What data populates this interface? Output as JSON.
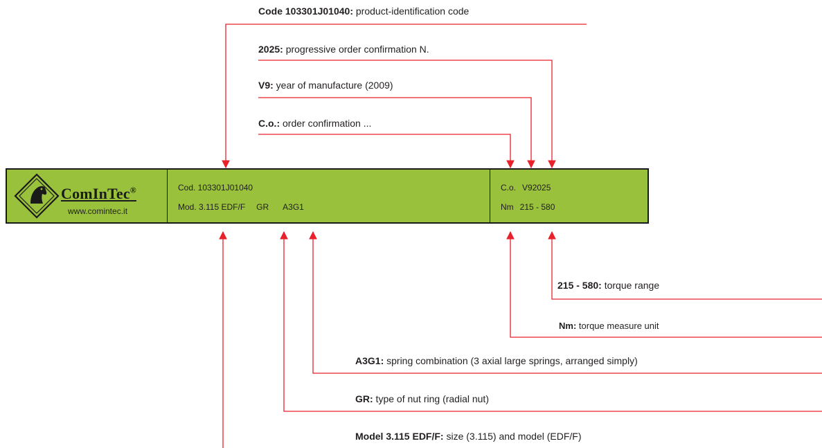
{
  "plate": {
    "brand": "ComInTec",
    "brand_mark": "®",
    "website": "www.comintec.it",
    "code_line": "Cod. 103301J01040",
    "model_line": {
      "prefix": "Mod. 3.115 EDF/F",
      "nut": "GR",
      "springs": "A3G1"
    },
    "co_line": {
      "label": "C.o.",
      "value": "V92025"
    },
    "nm_line": {
      "label": "Nm",
      "value": "215 - 580"
    }
  },
  "callouts_top": [
    {
      "key": "Code 103301J01040:",
      "text": " product-identification code"
    },
    {
      "key": "2025:",
      "text": " progressive order confirmation N."
    },
    {
      "key": "V9:",
      "text": " year of manufacture (2009)"
    },
    {
      "key": "C.o.:",
      "text": " order confirmation ..."
    }
  ],
  "callouts_bottom": [
    {
      "key": "215 - 580:",
      "text": " torque range"
    },
    {
      "key": "Nm:",
      "text": " torque measure unit"
    },
    {
      "key": "A3G1:",
      "text": " spring combination (3 axial large springs, arranged simply)"
    },
    {
      "key": "GR:",
      "text": " type of nut ring (radial nut)"
    },
    {
      "key": "Model 3.115 EDF/F:",
      "text": " size (3.115) and model (EDF/F)"
    }
  ],
  "colors": {
    "leader": "#e8212b",
    "plate": "#9ac13b",
    "border": "#1a1a1a"
  }
}
